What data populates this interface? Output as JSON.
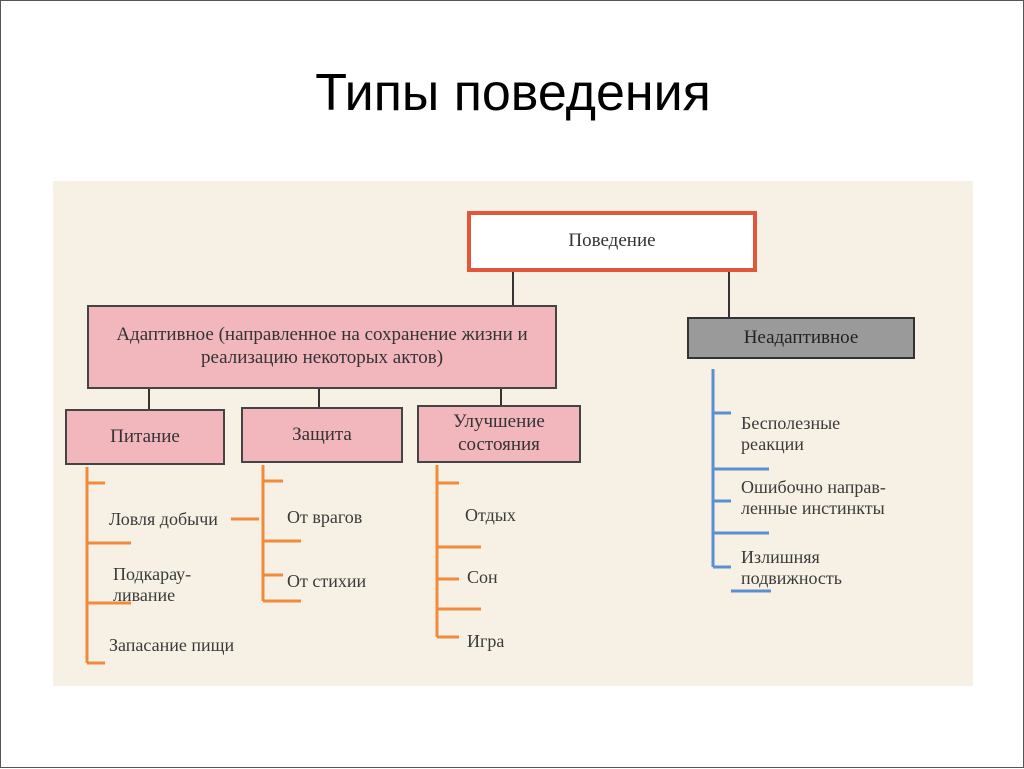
{
  "slide": {
    "title": "Типы поведения"
  },
  "diagram": {
    "root": "Поведение",
    "adaptive": {
      "label": "Адаптивное (направленное на сохранение жизни и реализацию некоторых актов)",
      "categories": [
        {
          "label": "Питание",
          "items": [
            "Ловля добычи",
            "Подкарау-ливание",
            "Запасание пищи"
          ]
        },
        {
          "label": "Защита",
          "items": [
            "От врагов",
            "От стихии"
          ]
        },
        {
          "label": "Улучшение состояния",
          "items": [
            "Отдых",
            "Сон",
            "Игра"
          ]
        }
      ]
    },
    "nonadaptive": {
      "label": "Неадаптивное",
      "items": [
        "Бесполезные реакции",
        "Ошибочно направ-ленные инстинкты",
        "Излишняя подвижность"
      ]
    }
  },
  "colors": {
    "root_border": "#e2563c",
    "adaptive_fill": "#f2b6bd",
    "nonadaptive_fill": "#9a9a9a",
    "adaptive_branch": "#f08a3c",
    "nonadaptive_branch": "#5b8fd1"
  }
}
